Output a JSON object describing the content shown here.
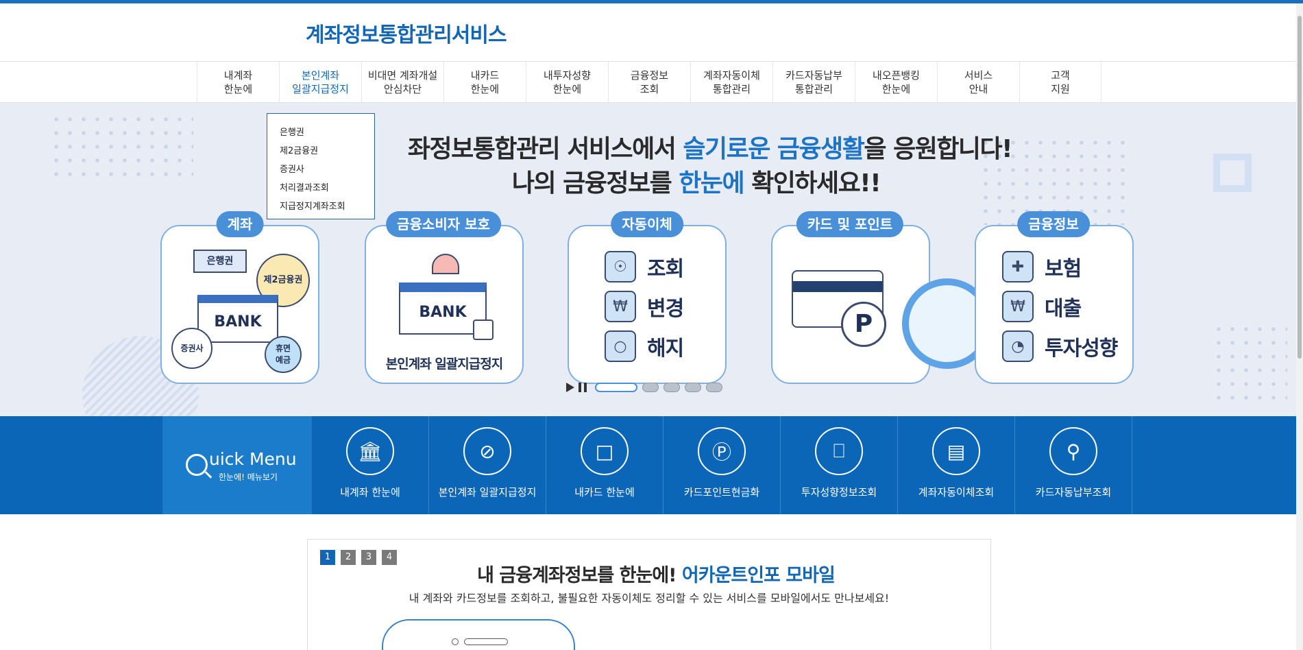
{
  "header": {
    "logo": "계좌정보통합관리서비스"
  },
  "nav": [
    "내계좌\n한눈에",
    "본인계좌\n일괄지급정지",
    "비대면 계좌개설\n안심차단",
    "내카드\n한눈에",
    "내투자성향\n한눈에",
    "금융정보\n조회",
    "계좌자동이체\n통합관리",
    "카드자동납부\n통합관리",
    "내오픈뱅킹\n한눈에",
    "서비스\n안내",
    "고객\n지원"
  ],
  "dropdown": [
    "은행권",
    "제2금융권",
    "증권사",
    "처리결과조회",
    "지급정지계좌조회"
  ],
  "hero": {
    "line1_pre": "좌정보통합관리 서비스에서 ",
    "line1_hl": "슬기로운 금융생활",
    "line1_post": "을 응원합니다!",
    "line2_pre": "나의 금융정보를 ",
    "line2_hl": "한눈에",
    "line2_post": " 확인하세요!!",
    "cards": {
      "c1": {
        "label": "계좌",
        "tag1": "은행권",
        "tag2": "제2금융권",
        "tag3": "증권사",
        "tag4a": "휴면",
        "tag4b": "예금",
        "bank": "BANK"
      },
      "c2": {
        "label": "금융소비자 보호",
        "bank": "BANK",
        "caption": "본인계좌 일괄지급정지"
      },
      "c3": {
        "label": "자동이체",
        "f1": "조회",
        "f2": "변경",
        "f3": "해지"
      },
      "c4": {
        "label": "카드 및 포인트",
        "p": "P"
      },
      "c5": {
        "label": "금융정보",
        "f1": "보험",
        "f2": "대출",
        "f3": "투자성향"
      }
    }
  },
  "quick": {
    "title_q": "Q",
    "title": "uick Menu",
    "sub": "한눈에! 메뉴보기",
    "items": [
      "내계좌 한눈에",
      "본인계좌 일괄지급정지",
      "내카드 한눈에",
      "카드포인트현금화",
      "투자성향정보조회",
      "계좌자동이체조회",
      "카드자동납부조회"
    ]
  },
  "promo": {
    "pages": [
      "1",
      "2",
      "3",
      "4"
    ],
    "title_pre": "내 금융계좌정보를 한눈에! ",
    "title_hl": "어카운트인포 모바일",
    "desc": "내 계좌와 카드정보를 조회하고, 불필요한 자동이체도 정리할 수 있는 서비스를 모바일에서도 만나보세요!"
  },
  "colors": {
    "primary": "#1366b3",
    "quick_bg": "#0c66b7",
    "hero_bg": "#e7ecf5",
    "card_border": "#7fb0e0"
  }
}
